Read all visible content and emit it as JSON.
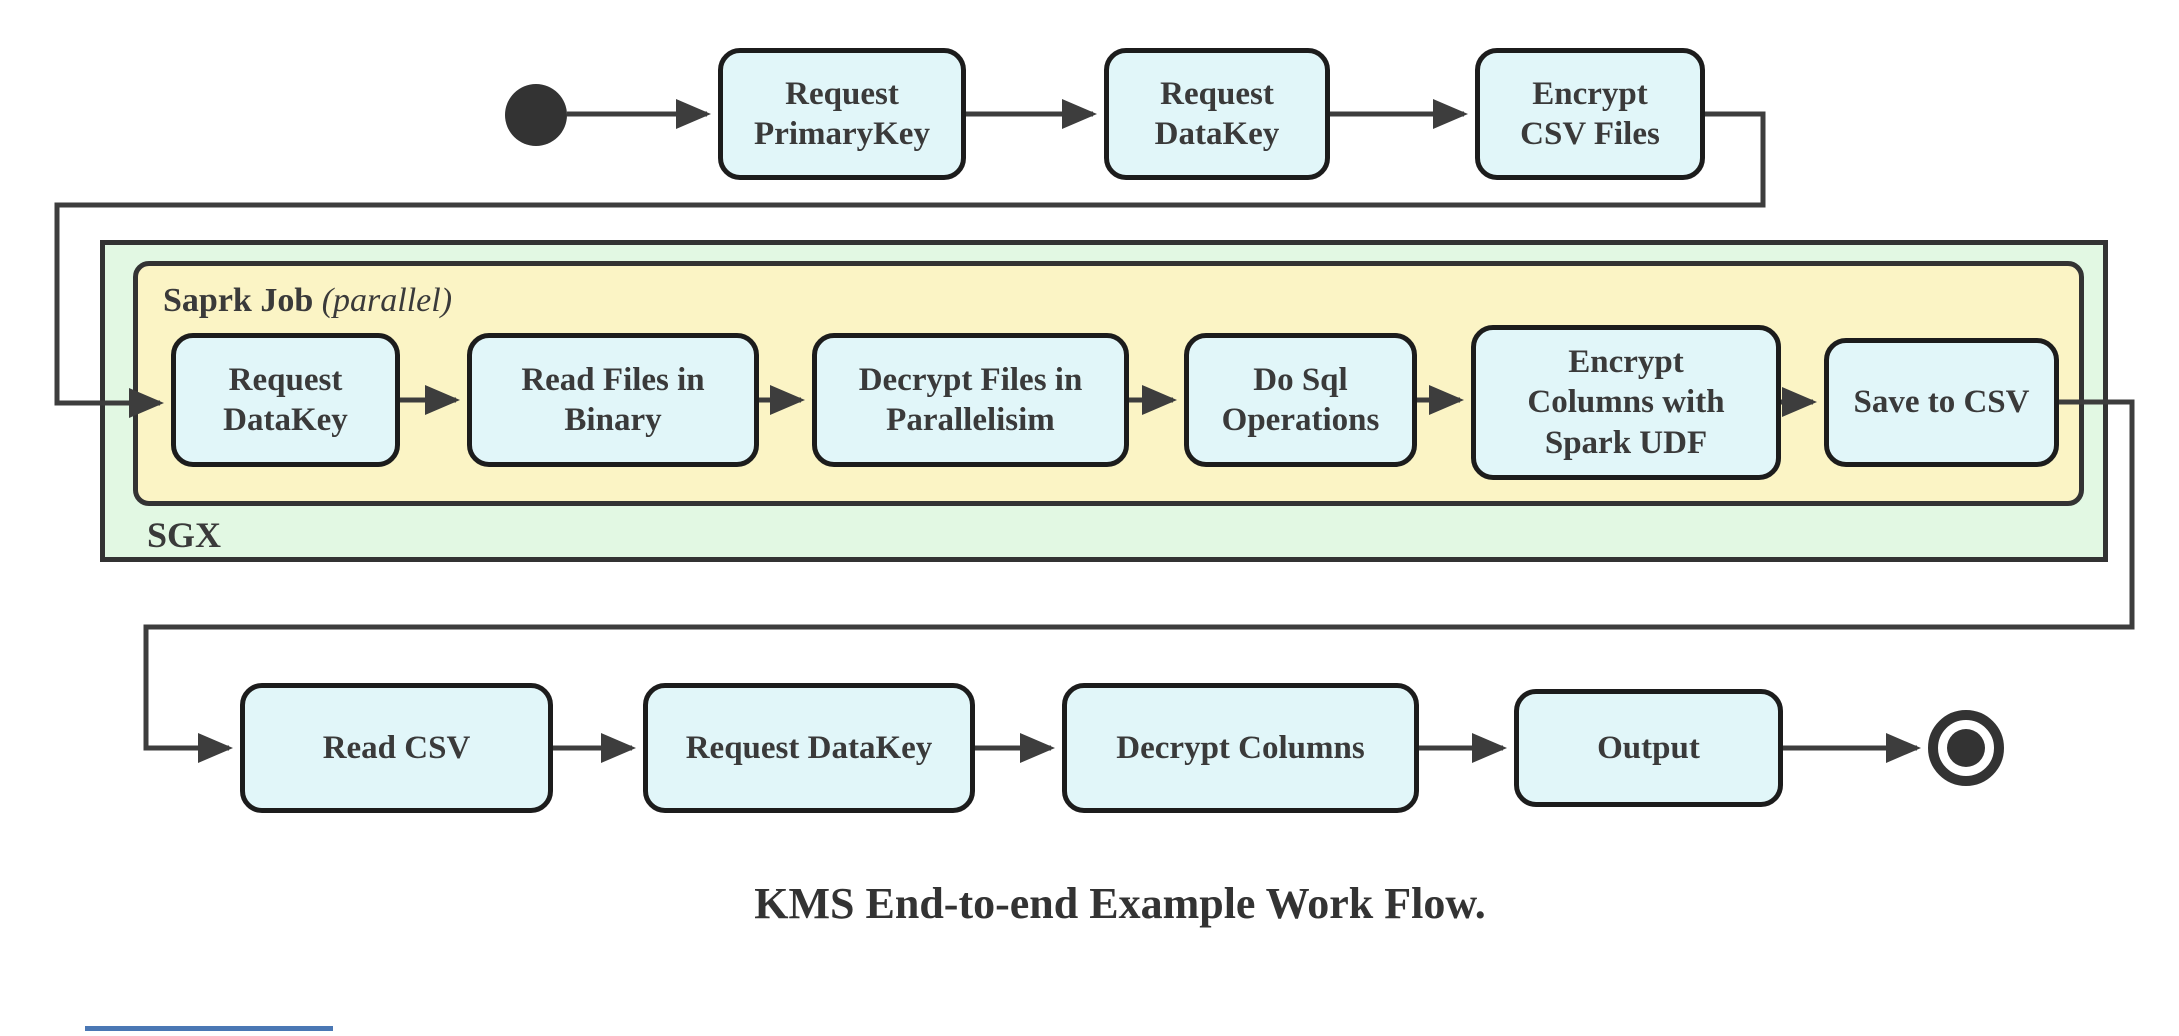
{
  "caption": "KMS End-to-end Example Work Flow.",
  "colors": {
    "node_fill": "#e1f6f9",
    "node_border": "#1c1c1c",
    "spark_container_fill": "#fbf4c5",
    "sgx_container_fill": "#e2f8e3",
    "container_border": "#333333",
    "arrow": "#3d3d3d",
    "text": "#3a3a3a",
    "accent_line": "#4a77b4"
  },
  "top_row": {
    "nodes": [
      {
        "label": "Request\nPrimaryKey"
      },
      {
        "label": "Request\nDataKey"
      },
      {
        "label": "Encrypt\nCSV Files"
      }
    ]
  },
  "sgx_group": {
    "label": "SGX"
  },
  "spark_group": {
    "label_bold": "Saprk Job",
    "label_italic": "(parallel)",
    "nodes": [
      {
        "label": "Request\nDataKey"
      },
      {
        "label": "Read Files in\nBinary"
      },
      {
        "label": "Decrypt Files in\nParallelisim"
      },
      {
        "label": "Do Sql\nOperations"
      },
      {
        "label": "Encrypt\nColumns with\nSpark UDF"
      },
      {
        "label": "Save to CSV"
      }
    ]
  },
  "bottom_row": {
    "nodes": [
      {
        "label": "Read CSV"
      },
      {
        "label": "Request DataKey"
      },
      {
        "label": "Decrypt Columns"
      },
      {
        "label": "Output"
      }
    ]
  }
}
